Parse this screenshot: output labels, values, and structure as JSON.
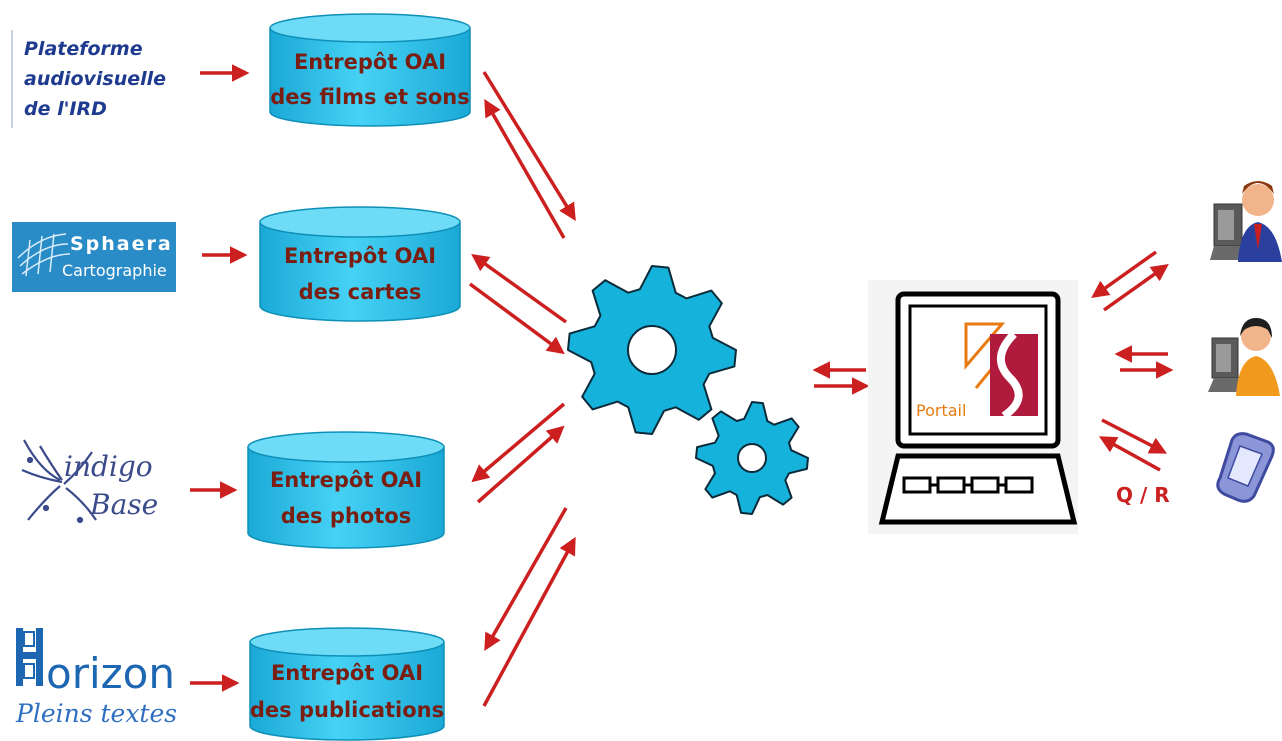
{
  "sources": [
    {
      "id": "audiovisuelle",
      "lines": [
        "Plateforme",
        "audiovisuelle",
        "de l'IRD"
      ]
    },
    {
      "id": "sphaera",
      "line1": "Sphaera",
      "line2": "Cartographie"
    },
    {
      "id": "indigo",
      "line1": "indigo",
      "line2": "Base"
    },
    {
      "id": "horizon",
      "line1": "orizon",
      "line2": "Pleins textes"
    }
  ],
  "repositories": [
    {
      "id": "films",
      "line1": "Entrepôt OAI",
      "line2": "des films et sons"
    },
    {
      "id": "cartes",
      "line1": "Entrepôt OAI",
      "line2": "des cartes"
    },
    {
      "id": "photos",
      "line1": "Entrepôt OAI",
      "line2": "des photos"
    },
    {
      "id": "publications",
      "line1": "Entrepôt OAI",
      "line2": "des publications"
    }
  ],
  "portal": {
    "label": "Portail"
  },
  "query_label": "Q / R",
  "icons": {
    "engine": [
      "gear-icon-large",
      "gear-icon-small"
    ],
    "users": [
      "user-computer-icon",
      "user-computer-icon-2",
      "mobile-device-icon"
    ]
  },
  "colors": {
    "arrow": "#cc1f1f",
    "gear": "#15b3dc",
    "cylinder": "#2fc6ec",
    "text_dark": "#7a1e12",
    "source_blue": "#1f3b8f",
    "sphaera_bg": "#2a8cc7",
    "portal_red": "#b01a3c",
    "portal_orange": "#e97a10"
  }
}
